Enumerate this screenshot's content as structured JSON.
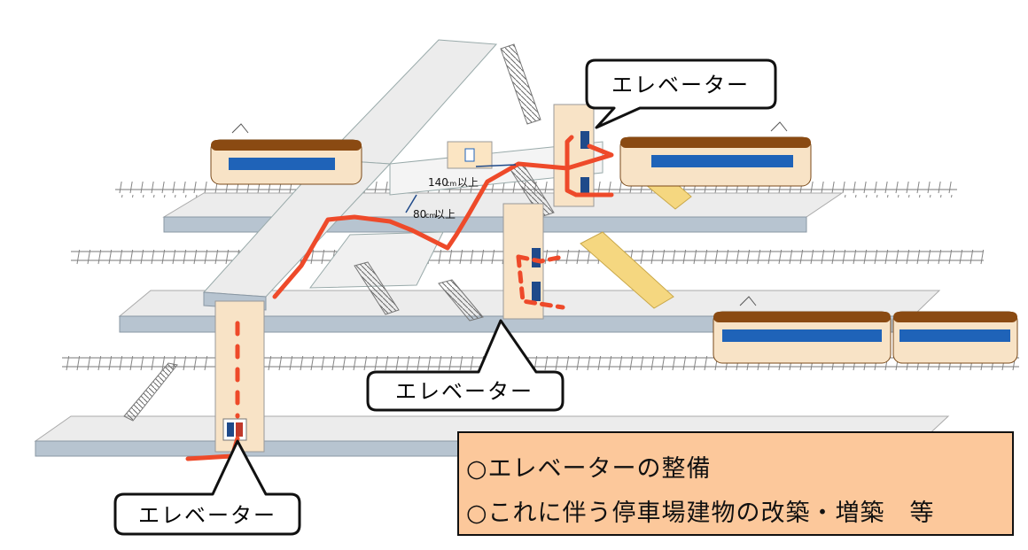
{
  "callouts": [
    {
      "id": "top",
      "text": "エレベーター"
    },
    {
      "id": "middle",
      "text": "エレベーター"
    },
    {
      "id": "bottom",
      "text": "エレベーター"
    }
  ],
  "dimensions": {
    "upper": {
      "value": "140",
      "unit": "cm",
      "suffix": "以上"
    },
    "lower": {
      "value": "80",
      "unit": "cm",
      "suffix": "以上"
    }
  },
  "note": {
    "line1": "○エレベーターの整備",
    "line2": "○これに伴う停車場建物の改築・増築　等"
  },
  "colors": {
    "route": "#ee4a2a",
    "platform": "#b7c4d0",
    "building": "#f8e3c6",
    "train_roof": "#8a4a12",
    "train_window": "#1f63b8",
    "note_bg": "#fcc89b"
  }
}
